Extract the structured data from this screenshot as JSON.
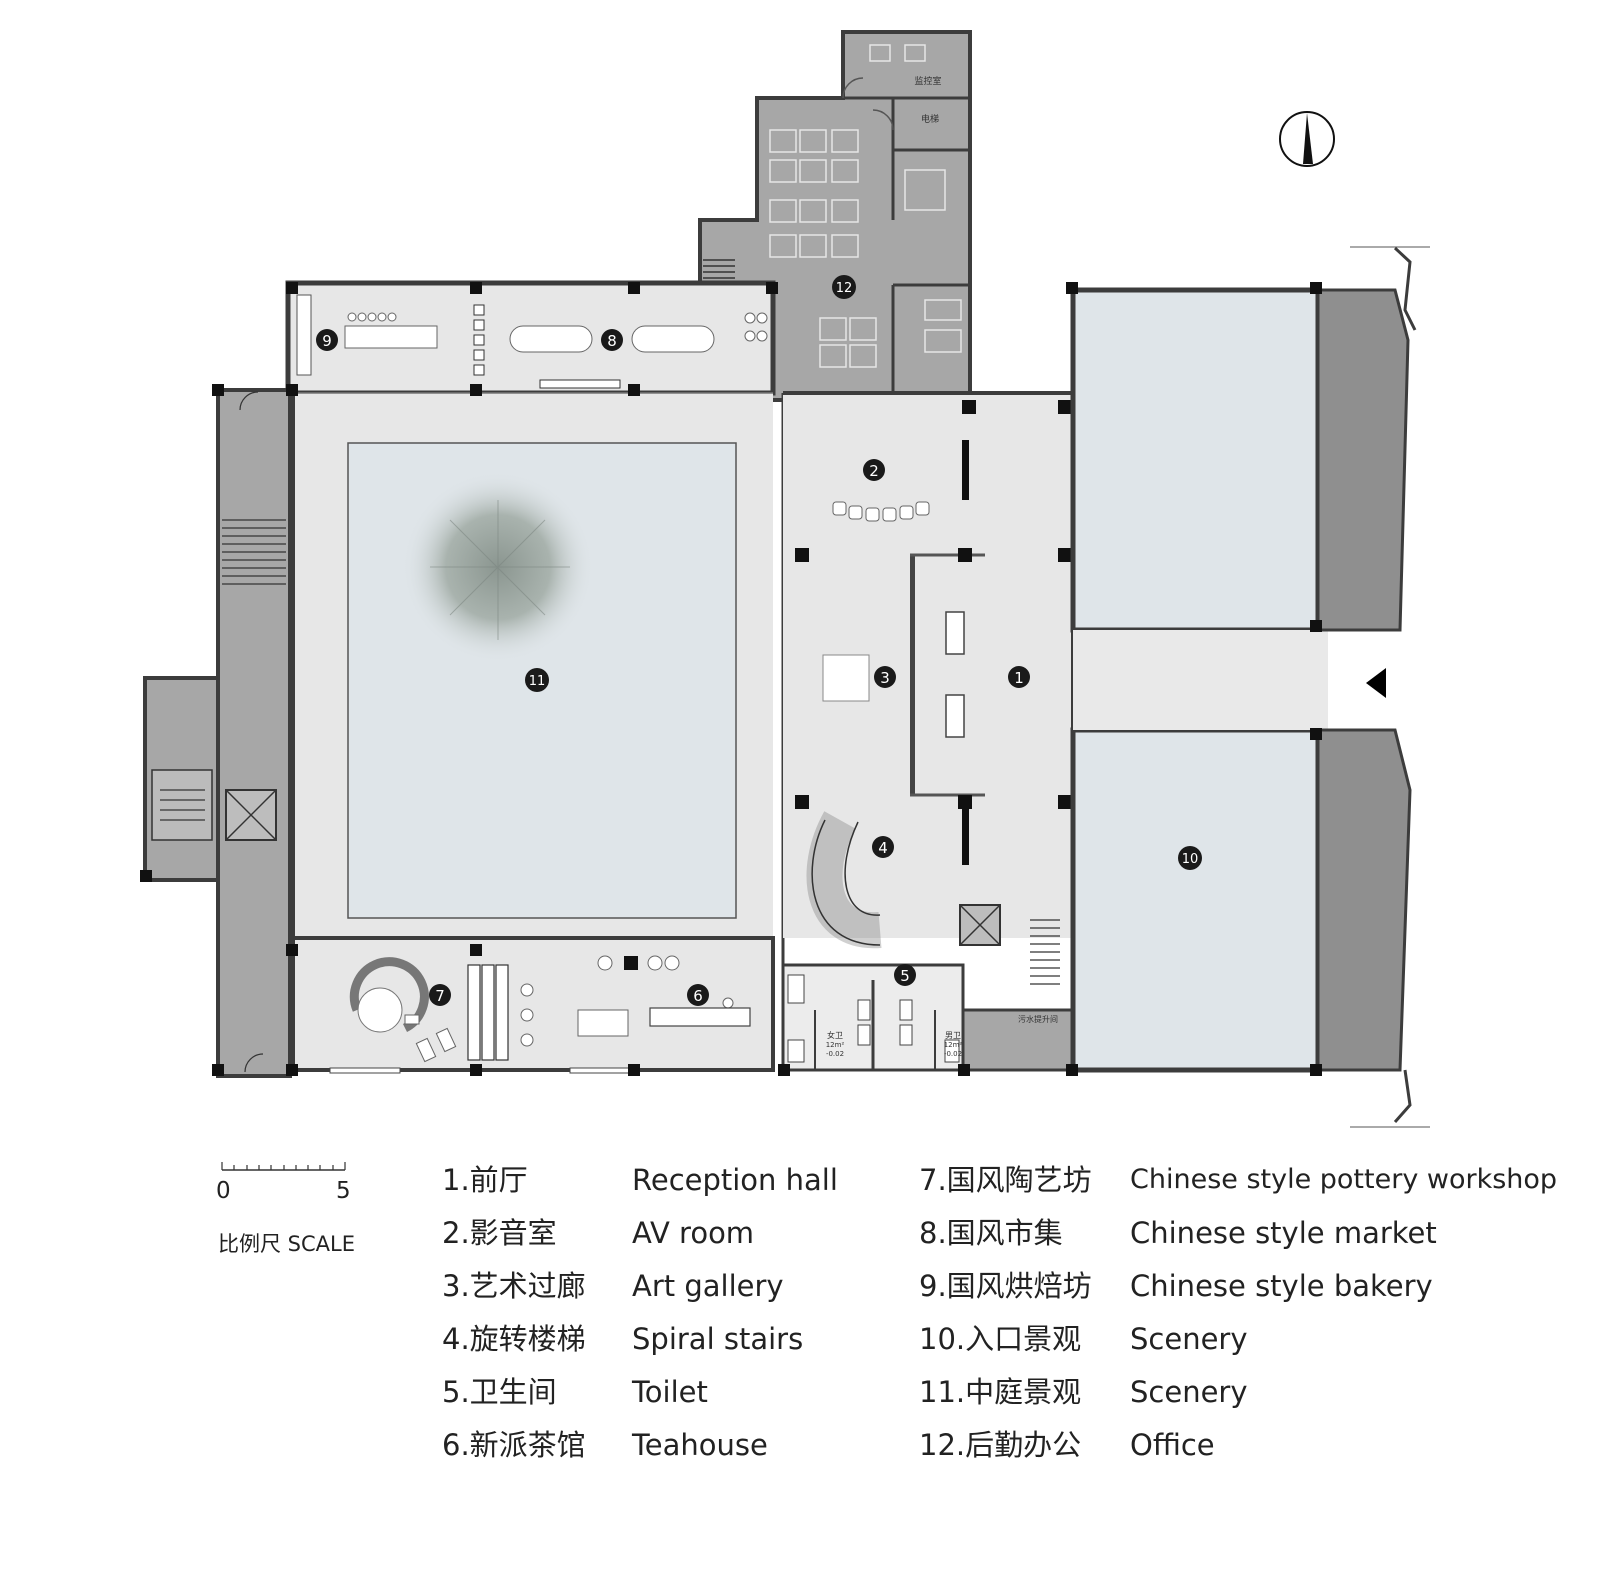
{
  "plan": {
    "markers": [
      {
        "n": "1"
      },
      {
        "n": "2"
      },
      {
        "n": "3"
      },
      {
        "n": "4"
      },
      {
        "n": "5"
      },
      {
        "n": "6"
      },
      {
        "n": "7"
      },
      {
        "n": "8"
      },
      {
        "n": "9"
      },
      {
        "n": "10"
      },
      {
        "n": "11"
      },
      {
        "n": "12"
      }
    ],
    "small_labels": {
      "monitor_room": "监控室",
      "elevator_room": "电梯",
      "female_wc": "女卫",
      "female_area": "12m²",
      "female_level": "-0.02",
      "male_wc": "男卫",
      "male_area": "12m²",
      "male_level": "-0.02",
      "sewage_room": "污水提升间"
    }
  },
  "scale": {
    "start": "0",
    "end": "5",
    "label": "比例尺  SCALE"
  },
  "legend": [
    {
      "cn": "1.前厅",
      "en": "Reception hall"
    },
    {
      "cn": "2.影音室",
      "en": "AV room"
    },
    {
      "cn": "3.艺术过廊",
      "en": "Art gallery"
    },
    {
      "cn": "4.旋转楼梯",
      "en": "Spiral stairs"
    },
    {
      "cn": "5.卫生间",
      "en": "Toilet"
    },
    {
      "cn": "6.新派茶馆",
      "en": "Teahouse"
    },
    {
      "cn": "7.国风陶艺坊",
      "en": "Chinese style pottery workshop"
    },
    {
      "cn": "8.国风市集",
      "en": "Chinese style market"
    },
    {
      "cn": "9.国风烘焙坊",
      "en": "Chinese style bakery"
    },
    {
      "cn": "10.入口景观",
      "en": "Scenery"
    },
    {
      "cn": "11.中庭景观",
      "en": "Scenery"
    },
    {
      "cn": "12.后勤办公",
      "en": "Office"
    }
  ]
}
